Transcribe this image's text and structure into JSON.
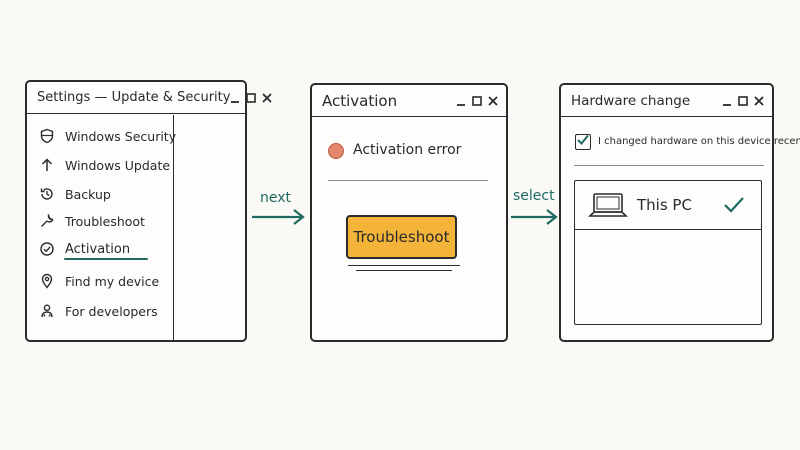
{
  "settings_window": {
    "title": "Settings — Update & Security",
    "nav": [
      {
        "label": "Windows Security",
        "icon": "shield-icon"
      },
      {
        "label": "Windows Update",
        "icon": "arrow-up-icon"
      },
      {
        "label": "Backup",
        "icon": "history-icon"
      },
      {
        "label": "Troubleshoot",
        "icon": "wrench-icon"
      },
      {
        "label": "Activation",
        "icon": "check-circle-icon",
        "selected": true
      },
      {
        "label": "Find my device",
        "icon": "location-pin-icon"
      },
      {
        "label": "For developers",
        "icon": "developer-icon"
      }
    ]
  },
  "activation_window": {
    "title": "Activation",
    "error_text": "Activation error",
    "button_label": "Troubleshoot"
  },
  "hardware_window": {
    "title": "Hardware change",
    "checkbox_label": "I changed hardware on this device recently",
    "checkbox_checked": true,
    "device_label": "This PC",
    "device_selected": true
  },
  "arrows": {
    "first_label": "next",
    "second_label": "select"
  },
  "colors": {
    "accent_teal": "#1f6b62",
    "button_orange": "#f4b43a",
    "error_dot": "#e2876a"
  }
}
